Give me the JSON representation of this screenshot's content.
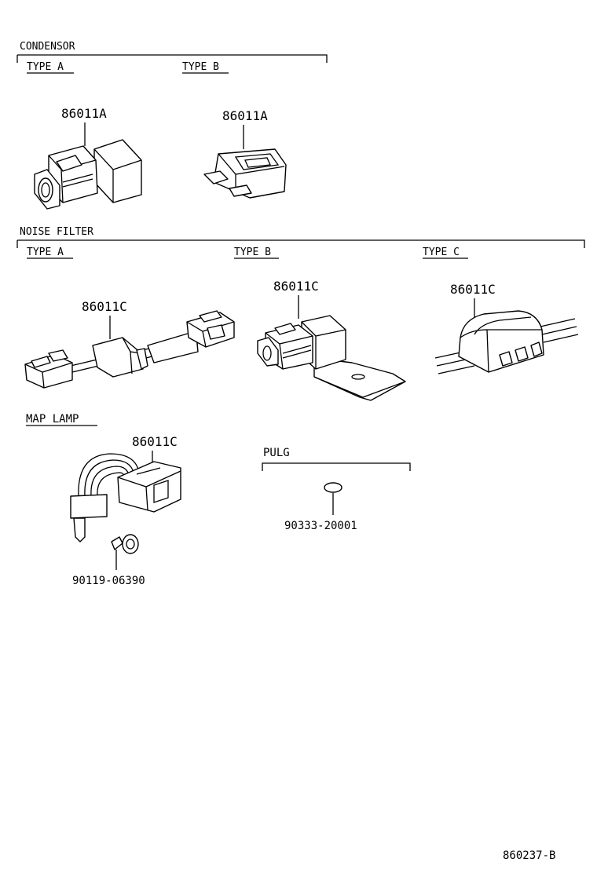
{
  "sections": {
    "condensor": {
      "title": "CONDENSOR",
      "type_a": "TYPE A",
      "type_b": "TYPE B",
      "part_a": "86011A",
      "part_b": "86011A"
    },
    "noise_filter": {
      "title": "NOISE FILTER",
      "type_a": "TYPE A",
      "type_b": "TYPE B",
      "type_c": "TYPE C",
      "part_a": "86011C",
      "part_b": "86011C",
      "part_c": "86011C"
    },
    "map_lamp": {
      "title": "MAP LAMP",
      "part_connector": "86011C",
      "part_screw": "90119-06390"
    },
    "plug": {
      "title": "PULG",
      "part": "90333-20001"
    }
  },
  "diagram_code": "860237-B"
}
